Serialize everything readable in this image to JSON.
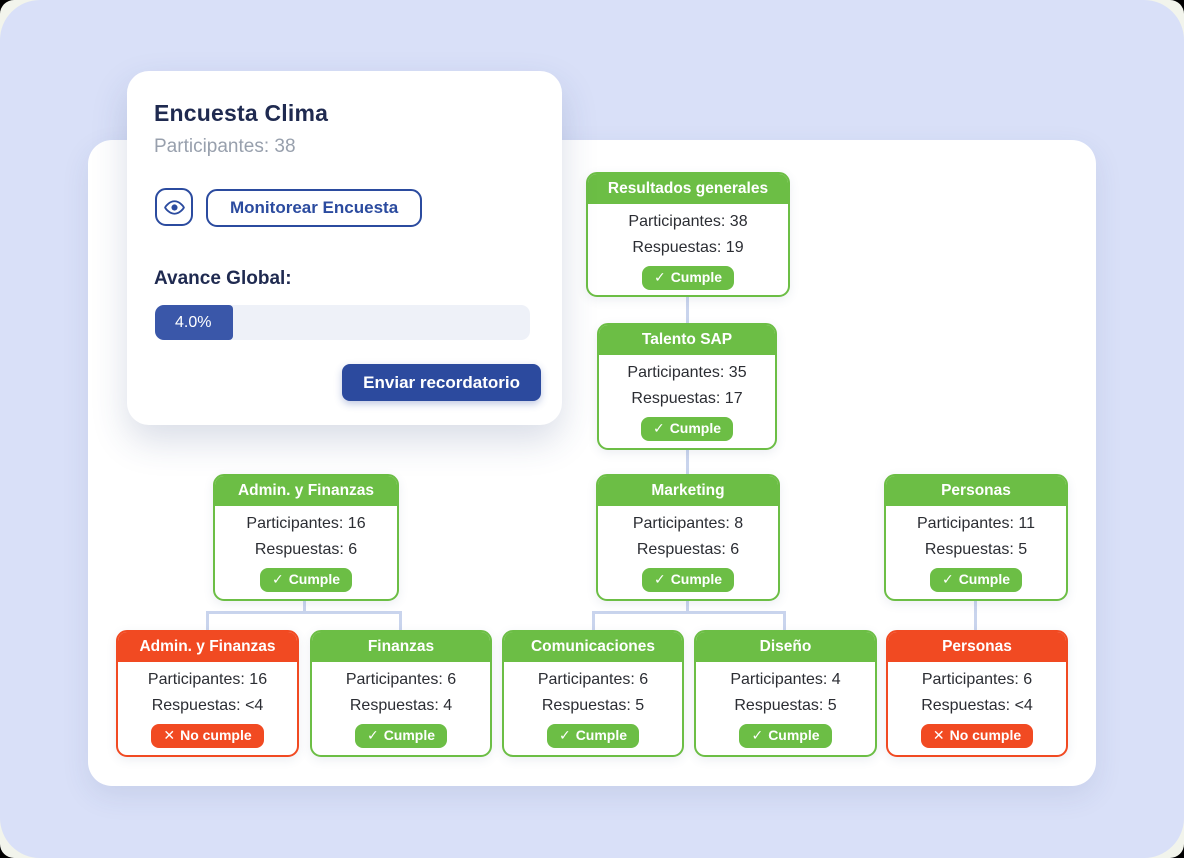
{
  "colors": {
    "background": "#d9e0f8",
    "panel": "#ffffff",
    "green": "#6cbe45",
    "red": "#f14a22",
    "navy": "#2b4b9f",
    "title_text": "#1f2a50",
    "muted_text": "#98a0ad",
    "progress_fill": "#3a57a9",
    "progress_track": "#eef1f8",
    "reminder_button_bg": "#2c4a9e",
    "connector": "#c9d4ed"
  },
  "card": {
    "title": "Encuesta Clima",
    "participants": "Participantes: 38",
    "eye_icon": "eye-icon",
    "monitor_button": "Monitorear Encuesta",
    "progress_label": "Avance Global:",
    "progress_value": "4.0%",
    "reminder_button": "Enviar recordatorio"
  },
  "chart": {
    "nodes": [
      {
        "title": "Resultados generales",
        "participants": "Participantes: 38",
        "responses": "Respuestas: 19",
        "status": "cumple",
        "badge_icon": "✓",
        "badge_label": "Cumple"
      },
      {
        "title": "Talento SAP",
        "participants": "Participantes: 35",
        "responses": "Respuestas: 17",
        "status": "cumple",
        "badge_icon": "✓",
        "badge_label": "Cumple"
      },
      {
        "title": "Admin. y Finanzas",
        "participants": "Participantes: 16",
        "responses": "Respuestas: 6",
        "status": "cumple",
        "badge_icon": "✓",
        "badge_label": "Cumple"
      },
      {
        "title": "Marketing",
        "participants": "Participantes: 8",
        "responses": "Respuestas: 6",
        "status": "cumple",
        "badge_icon": "✓",
        "badge_label": "Cumple"
      },
      {
        "title": "Personas",
        "participants": "Participantes: 11",
        "responses": "Respuestas: 5",
        "status": "cumple",
        "badge_icon": "✓",
        "badge_label": "Cumple"
      },
      {
        "title": "Admin. y Finanzas",
        "participants": "Participantes: 16",
        "responses": "Respuestas: <4",
        "status": "no_cumple",
        "badge_icon": "✕",
        "badge_label": "No cumple"
      },
      {
        "title": "Finanzas",
        "participants": "Participantes: 6",
        "responses": "Respuestas: 4",
        "status": "cumple",
        "badge_icon": "✓",
        "badge_label": "Cumple"
      },
      {
        "title": "Comunicaciones",
        "participants": "Participantes: 6",
        "responses": "Respuestas: 5",
        "status": "cumple",
        "badge_icon": "✓",
        "badge_label": "Cumple"
      },
      {
        "title": "Diseño",
        "participants": "Participantes: 4",
        "responses": "Respuestas: 5",
        "status": "cumple",
        "badge_icon": "✓",
        "badge_label": "Cumple"
      },
      {
        "title": "Personas",
        "participants": "Participantes: 6",
        "responses": "Respuestas: <4",
        "status": "no_cumple",
        "badge_icon": "✕",
        "badge_label": "No cumple"
      }
    ]
  }
}
